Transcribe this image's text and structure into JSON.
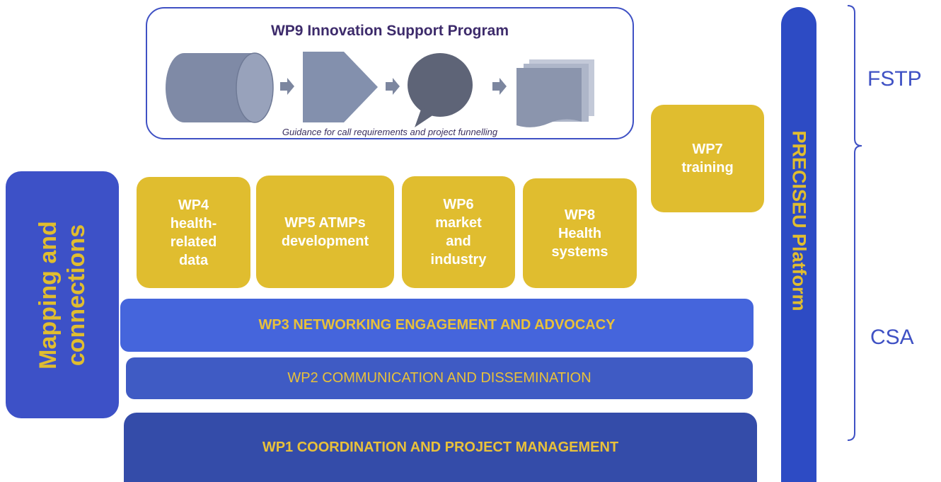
{
  "wp9": {
    "title": "WP9 Innovation Support Program",
    "caption": "Guidance for call requirements and project funnelling"
  },
  "work_packages": {
    "wp4": "WP4\nhealth-\nrelated\ndata",
    "wp5": "WP5 ATMPs\ndevelopment",
    "wp6": "WP6\nmarket\nand\nindustry",
    "wp8": "WP8\nHealth\nsystems",
    "wp7": "WP7\ntraining"
  },
  "bars": {
    "wp3": "WP3 NETWORKING ENGAGEMENT AND ADVOCACY",
    "wp2": "WP2 COMMUNICATION AND DISSEMINATION",
    "wp1": "WP1 COORDINATION AND PROJECT MANAGEMENT"
  },
  "mapping": "Mapping and\nconnections",
  "platform": "PRECISEU Platform",
  "brackets": {
    "fstp": "FSTP",
    "csa": "CSA"
  },
  "colors": {
    "yellow": "#e0bd2f",
    "blue_dark": "#344ca9",
    "blue_mid": "#3f5bc4",
    "blue_light": "#4565dc",
    "shape_gray": "#8b95ad"
  },
  "icons": [
    "cylinder-icon",
    "pentagon-arrow-icon",
    "speech-bubble-icon",
    "document-stack-icon"
  ]
}
